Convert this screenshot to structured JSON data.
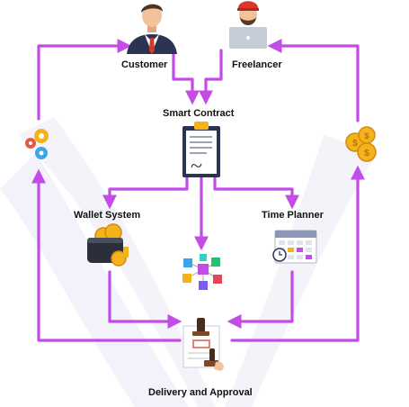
{
  "nodes": {
    "customer": "Customer",
    "freelancer": "Freelancer",
    "smart_contract": "Smart Contract",
    "wallet_system": "Wallet System",
    "time_planner": "Time Planner",
    "delivery": "Delivery and Approval"
  },
  "icons": {
    "customer": "businessman-icon",
    "freelancer": "freelancer-laptop-icon",
    "smart_contract": "contract-clipboard-icon",
    "wallet_system": "wallet-coins-icon",
    "time_planner": "calendar-icon",
    "blockchain": "blockchain-cubes-icon",
    "delivery": "stamp-approval-icon",
    "gears": "gears-icon",
    "coins": "coins-icon"
  },
  "colors": {
    "arrow": "#c44ce6",
    "watermark": "#f0eef8",
    "gold": "#f5b31b",
    "dark_navy": "#2b3553"
  }
}
